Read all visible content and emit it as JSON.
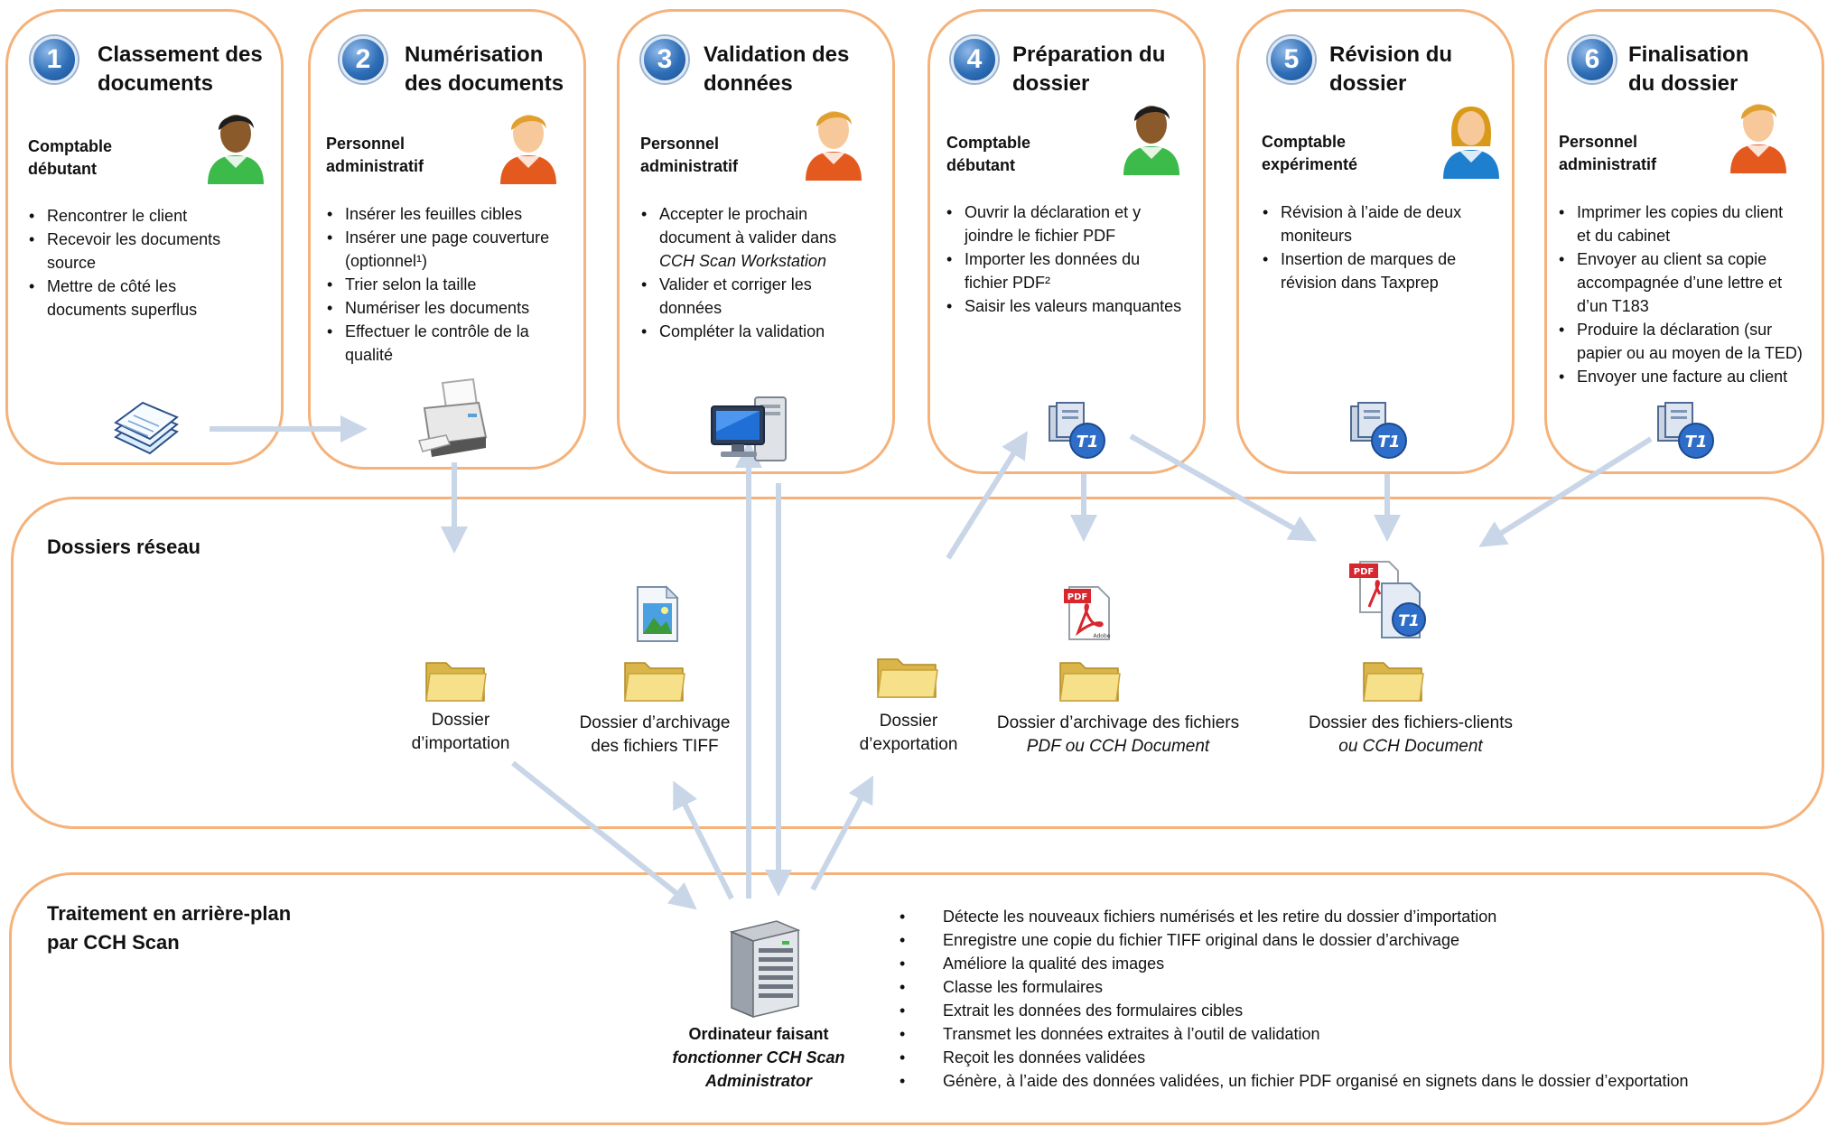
{
  "steps": [
    {
      "number": "1",
      "title": [
        "Classement des",
        "documents"
      ],
      "role": [
        "Comptable",
        "débutant"
      ],
      "person": "green",
      "bullets": [
        [
          "Rencontrer le client"
        ],
        [
          "Recevoir les documents",
          "source"
        ],
        [
          "Mettre de côté les",
          "documents superflus"
        ]
      ]
    },
    {
      "number": "2",
      "title": [
        "Numérisation",
        "des documents"
      ],
      "role": [
        "Personnel",
        "administratif"
      ],
      "person": "orange",
      "bullets": [
        [
          "Insérer les feuilles cibles"
        ],
        [
          "Insérer une page couverture",
          "(optionnel¹)"
        ],
        [
          "Trier selon la taille"
        ],
        [
          "Numériser les documents"
        ],
        [
          "Effectuer le contrôle de la",
          "qualité"
        ]
      ]
    },
    {
      "number": "3",
      "title": [
        "Validation des",
        "données"
      ],
      "role": [
        "Personnel",
        "administratif"
      ],
      "person": "orange",
      "bullets": [
        [
          "Accepter le prochain",
          "document à valider dans",
          "CCH Scan Workstation"
        ],
        [
          "Valider et corriger les",
          "données"
        ],
        [
          "Compléter la validation"
        ]
      ]
    },
    {
      "number": "4",
      "title": [
        "Préparation du",
        "dossier"
      ],
      "role": [
        "Comptable",
        "débutant"
      ],
      "person": "green",
      "bullets": [
        [
          "Ouvrir la déclaration et y",
          "joindre le fichier PDF"
        ],
        [
          "Importer les données du",
          "fichier PDF²"
        ],
        [
          "Saisir les valeurs manquantes"
        ]
      ]
    },
    {
      "number": "5",
      "title": [
        "Révision du",
        "dossier"
      ],
      "role": [
        "Comptable",
        "expérimenté"
      ],
      "person": "blue",
      "bullets": [
        [
          "Révision à l’aide de deux",
          "moniteurs"
        ],
        [
          "Insertion de marques de",
          "révision dans Taxprep"
        ]
      ]
    },
    {
      "number": "6",
      "title": [
        "Finalisation",
        "du dossier"
      ],
      "role": [
        "Personnel",
        "administratif"
      ],
      "person": "orange",
      "bullets": [
        [
          "Imprimer les copies du client",
          "et du cabinet"
        ],
        [
          "Envoyer au client sa copie",
          "accompagnée d’une lettre et",
          "d’un T183"
        ],
        [
          "Produire la déclaration (sur",
          "papier ou au moyen de la TED)"
        ],
        [
          "Envoyer une facture au client"
        ]
      ]
    }
  ],
  "network": {
    "title": "Dossiers réseau",
    "folders": [
      {
        "lines": [
          "Dossier",
          "d’importation"
        ]
      },
      {
        "lines": [
          "Dossier d’archivage",
          "des fichiers TIFF"
        ]
      },
      {
        "lines": [
          "Dossier",
          "d’exportation"
        ]
      },
      {
        "lines": [
          "Dossier d’archivage des fichiers",
          "PDF ou CCH Document"
        ]
      },
      {
        "lines": [
          "Dossier des fichiers-clients",
          "ou CCH Document"
        ]
      }
    ]
  },
  "background": {
    "title": [
      "Traitement en arrière-plan",
      "par CCH Scan"
    ],
    "server_caption": [
      "Ordinateur faisant",
      "fonctionner CCH Scan",
      "Administrator"
    ],
    "items": [
      "Détecte les nouveaux fichiers numérisés et les retire du dossier d’importation",
      "Enregistre une copie du fichier TIFF original dans le dossier d’archivage",
      "Améliore la qualité des images",
      "Classe les formulaires",
      "Extrait les données des formulaires cibles",
      "Transmet les données extraites à l’outil de validation",
      "Reçoit les données validées",
      "Génère, à l’aide des données validées, un fichier PDF organisé en signets dans le dossier d’exportation"
    ]
  },
  "icons": {
    "pdf_label": "PDF",
    "t1_label": "T1",
    "adobe_label": "Adobe"
  },
  "colors": {
    "box_border": "#f5b27a",
    "arrow": "#c8d6e8",
    "badge": "#2f6fb8"
  }
}
